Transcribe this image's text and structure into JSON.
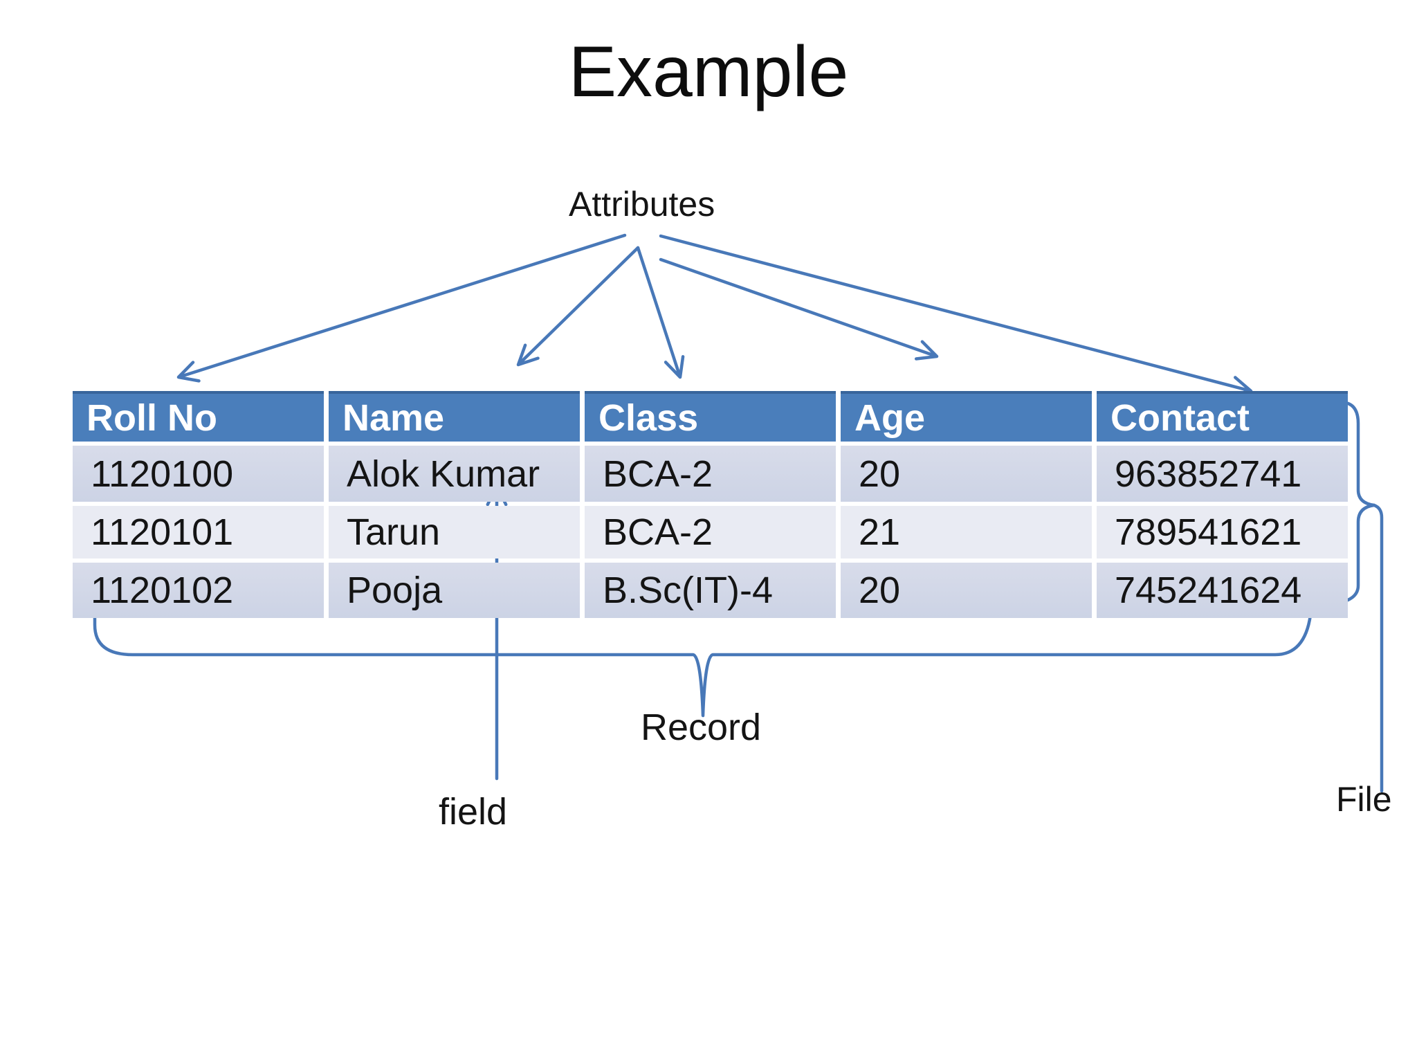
{
  "slide": {
    "title": "Example"
  },
  "labels": {
    "attributes": "Attributes",
    "record": "Record",
    "field": "field",
    "file": "File"
  },
  "table": {
    "columns": [
      "Roll No",
      "Name",
      "Class",
      "Age",
      "Contact"
    ],
    "rows": [
      {
        "cells": [
          "1120100",
          "Alok Kumar",
          "BCA-2",
          "20",
          "963852741"
        ]
      },
      {
        "cells": [
          "1120101",
          "Tarun",
          "BCA-2",
          "21",
          "789541621"
        ]
      },
      {
        "cells": [
          "1120102",
          "Pooja",
          "B.Sc(IT)-4",
          "20",
          "745241624"
        ]
      }
    ]
  },
  "colors": {
    "accent_line": "#4878B8",
    "header_bg": "#4A7EBB",
    "header_top_edge": "#38659B",
    "header_text": "#FFFFFF",
    "band_a_top": "#D8DCEA",
    "band_a_bottom": "#CCD3E5",
    "band_b": "#E9EBF3",
    "body_text": "#141414"
  }
}
